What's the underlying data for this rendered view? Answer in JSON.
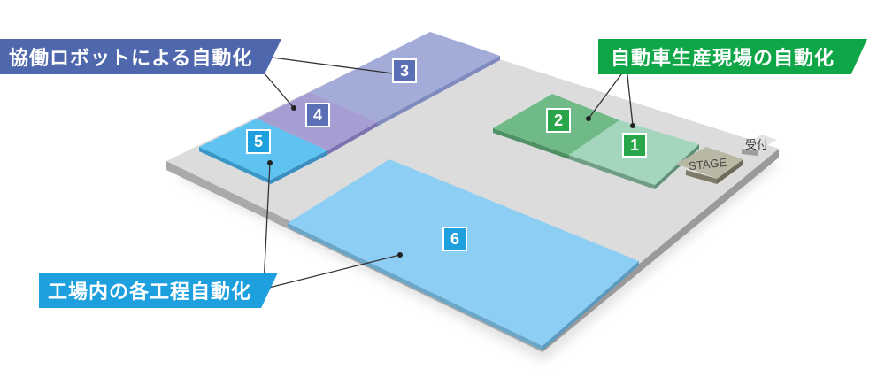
{
  "banners": {
    "collab": "協働ロボットによる自動化",
    "auto": "自動車生産現場の自動化",
    "factory": "工場内の各工程自動化"
  },
  "zones": [
    {
      "id": "1",
      "color": "#2aa64a"
    },
    {
      "id": "2",
      "color": "#2aa64a"
    },
    {
      "id": "3",
      "color": "#5a6fb5"
    },
    {
      "id": "4",
      "color": "#5a6fb5"
    },
    {
      "id": "5",
      "color": "#1ea0df"
    },
    {
      "id": "6",
      "color": "#1ea0df"
    }
  ],
  "labels": {
    "stage": "STAGE",
    "reception": "受付"
  },
  "colors": {
    "floor": "#d9d9d9",
    "collab_blue": "#4f68ad",
    "auto_green": "#0ea646",
    "factory_blue": "#1ea0df"
  }
}
